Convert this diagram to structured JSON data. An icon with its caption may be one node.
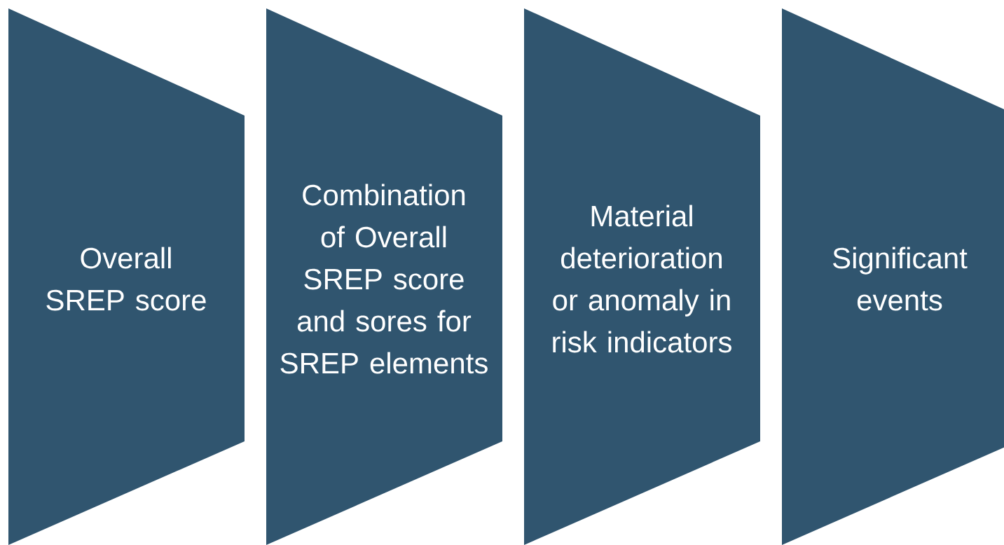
{
  "diagram": {
    "nodes": [
      {
        "text": [
          "Overall SREP score"
        ]
      },
      {
        "text": [
          "Combination of Overall SREP score and sores for SREP elements"
        ]
      },
      {
        "text": [
          "Material deterioration or anomaly in risk indicators"
        ]
      },
      {
        "text": [
          "Significant events"
        ]
      }
    ]
  }
}
